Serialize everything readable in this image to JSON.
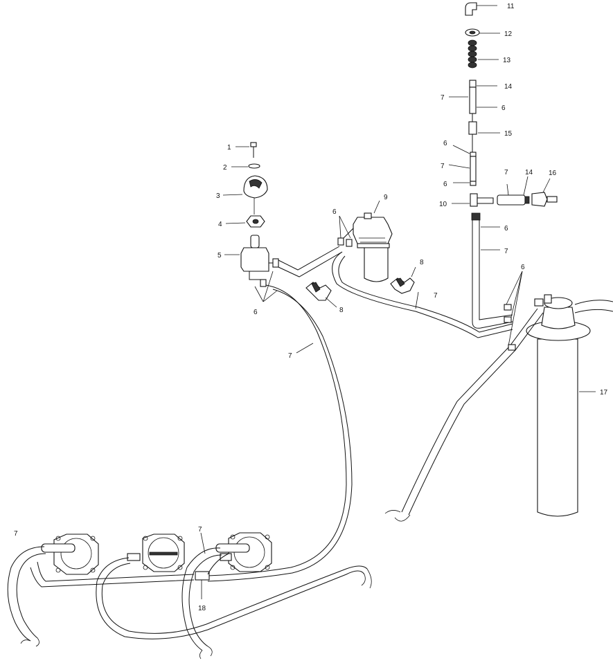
{
  "callouts": {
    "c1": "1",
    "c2": "2",
    "c3": "3",
    "c4": "4",
    "c5": "5",
    "c6a": "6",
    "c6b": "6",
    "c6c": "6",
    "c6d": "6",
    "c6e": "6",
    "c6f": "6",
    "c6g": "6",
    "c7a": "7",
    "c7b": "7",
    "c7c": "7",
    "c7d": "7",
    "c7e": "7",
    "c7f": "7",
    "c7g": "7",
    "c7h": "7",
    "c8a": "8",
    "c8b": "8",
    "c9": "9",
    "c10": "10",
    "c11": "11",
    "c12": "12",
    "c13": "13",
    "c14a": "14",
    "c14b": "14",
    "c15": "15",
    "c16": "16",
    "c17": "17",
    "c18": "18"
  }
}
